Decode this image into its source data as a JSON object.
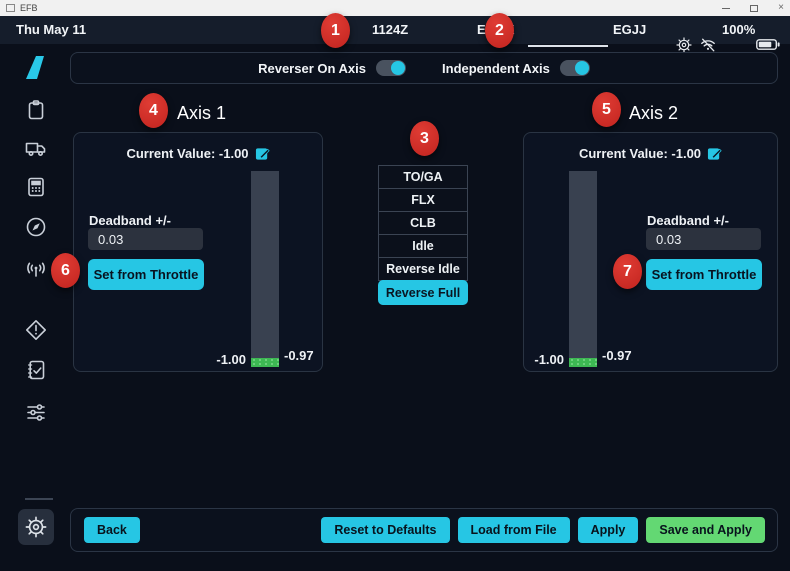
{
  "window": {
    "title": "EFB"
  },
  "status_bar": {
    "date": "Thu May 11",
    "time": "1124Z",
    "route_from": "EGKK",
    "route_to": "EGJJ",
    "battery": "100%"
  },
  "toolbar": {
    "reverser_toggle_label": "Reverser On Axis",
    "reverser_on": true,
    "independent_toggle_label": "Independent Axis",
    "independent_on": true
  },
  "axis1": {
    "title": "Axis 1",
    "current_value": "Current Value: -1.00",
    "deadband_label": "Deadband +/-",
    "deadband_value": "0.03",
    "set_button": "Set from Throttle",
    "bar_min": "-1.00",
    "bar_value": "-0.97"
  },
  "axis2": {
    "title": "Axis 2",
    "current_value": "Current Value: -1.00",
    "deadband_label": "Deadband +/-",
    "deadband_value": "0.03",
    "set_button": "Set from Throttle",
    "bar_min": "-1.00",
    "bar_value": "-0.97"
  },
  "detents": {
    "items": [
      "TO/GA",
      "FLX",
      "CLB",
      "Idle",
      "Reverse Idle",
      "Reverse Full"
    ],
    "selected": "Reverse Full"
  },
  "footer": {
    "back": "Back",
    "reset": "Reset to Defaults",
    "load": "Load from File",
    "apply": "Apply",
    "save": "Save and Apply"
  },
  "annotations": {
    "1": "1",
    "2": "2",
    "3": "3",
    "4": "4",
    "5": "5",
    "6": "6",
    "7": "7"
  },
  "colors": {
    "accent_cyan": "#26c6e4",
    "accent_green": "#63d873",
    "bar_green": "#3db853",
    "badge_red": "#d02e2a",
    "statusbar_bg": "#151d2b",
    "page_bg": "#0a0f1a"
  }
}
